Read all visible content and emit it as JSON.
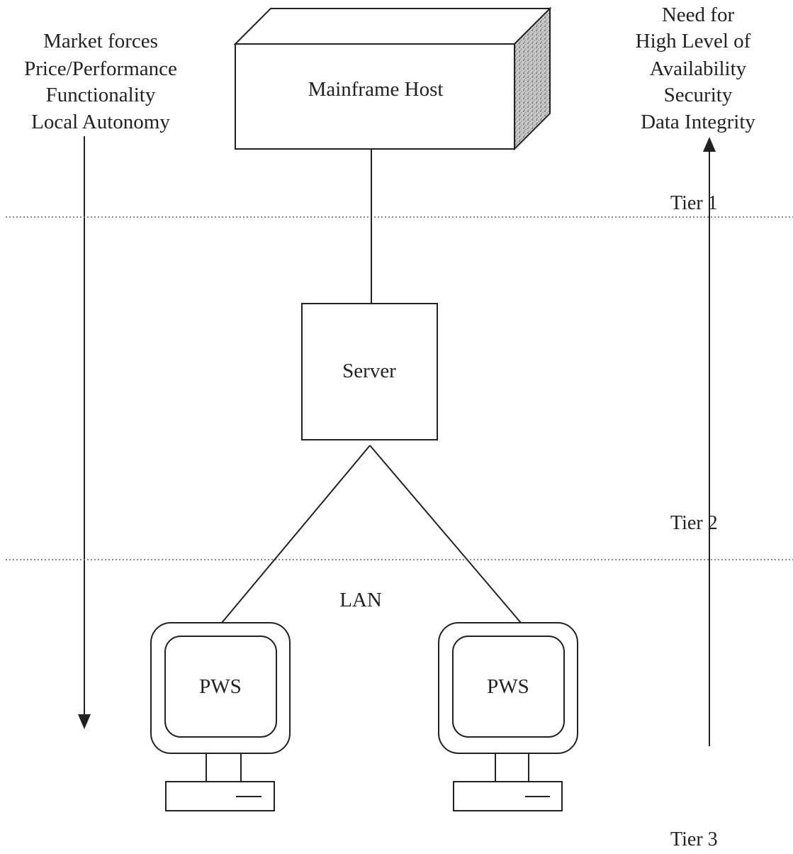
{
  "left_forces": {
    "lines": [
      "Market forces",
      "Price/Performance",
      "Functionality",
      "Local Autonomy"
    ]
  },
  "right_needs": {
    "lines": [
      "Need for",
      "High Level of",
      "Availability",
      "Security",
      "Data Integrity"
    ]
  },
  "nodes": {
    "mainframe": "Mainframe Host",
    "server": "Server",
    "lan": "LAN",
    "pws_left": "PWS",
    "pws_right": "PWS"
  },
  "tiers": {
    "tier1": "Tier 1",
    "tier2": "Tier 2",
    "tier3": "Tier 3"
  },
  "colors": {
    "line": "#222222",
    "divider": "#666666",
    "shade": "#bdbdbd"
  }
}
